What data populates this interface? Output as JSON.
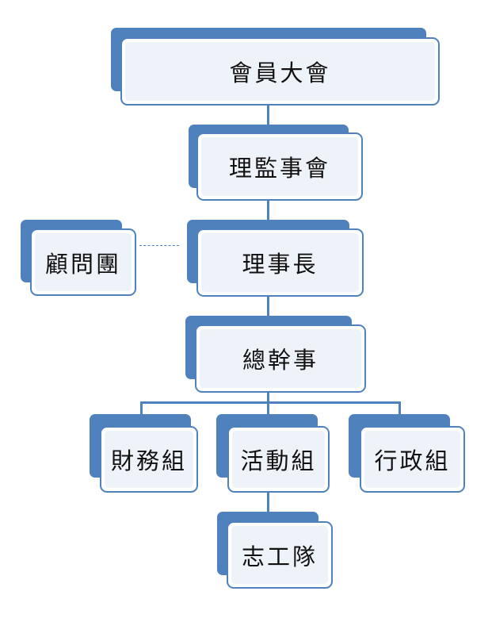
{
  "org_chart": {
    "assembly": "會員大會",
    "board": "理監事會",
    "chair": "理事長",
    "advisors": "顧問團",
    "secretary": "總幹事",
    "finance": "財務組",
    "activities": "活動組",
    "admin": "行政組",
    "volunteers": "志工隊"
  },
  "colors": {
    "accent": "#4f81bd",
    "box_fill": "#eef2f9",
    "box_border": "#4f81bd",
    "text": "#111111"
  }
}
